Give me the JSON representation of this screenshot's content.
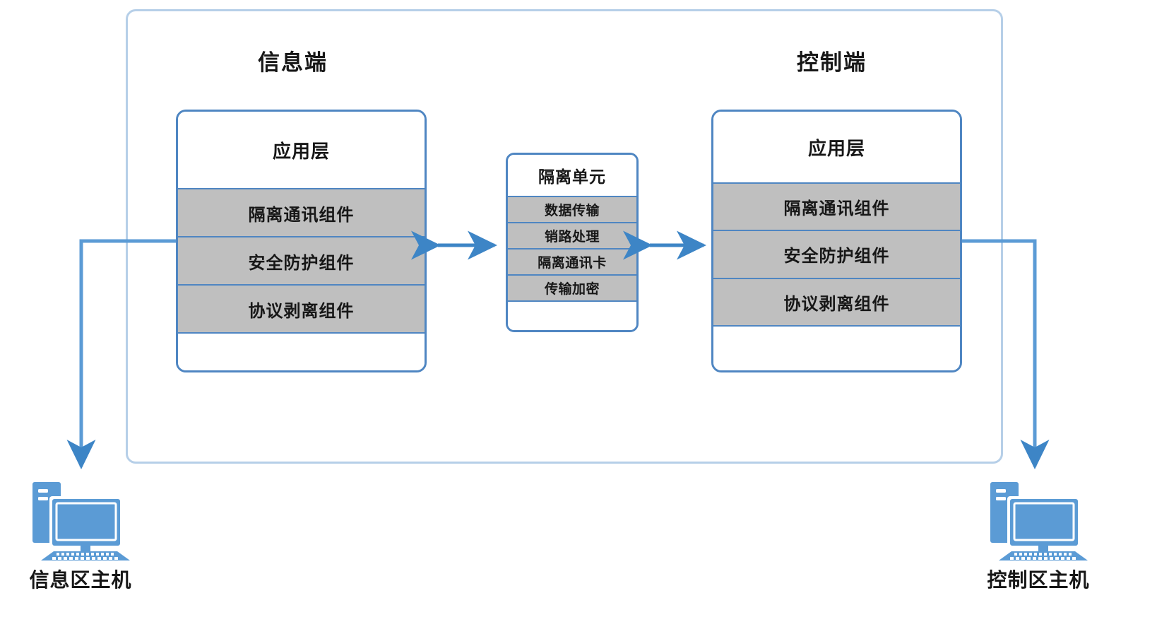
{
  "diagram": {
    "title_left": "信息端",
    "title_right": "控制端",
    "accent_blue": "#4f86c2",
    "frame_blue": "#b6cfe8",
    "layer_gray": "#bfbfbf",
    "arrow_blue": "#3d85c6"
  },
  "info_side": {
    "caption": "应用层",
    "layers": [
      "隔离通讯组件",
      "安全防护组件",
      "协议剥离组件"
    ]
  },
  "control_side": {
    "caption": "应用层",
    "layers": [
      "隔离通讯组件",
      "安全防护组件",
      "协议剥离组件"
    ]
  },
  "isolation_unit": {
    "caption": "隔离单元",
    "layers": [
      "数据传输",
      "销路处理",
      "隔离通讯卡",
      "传输加密"
    ]
  },
  "hosts": {
    "left": {
      "label": "信息区主机",
      "icon": "desktop-computer-icon"
    },
    "right": {
      "label": "控制区主机",
      "icon": "desktop-computer-icon"
    }
  },
  "connectors": {
    "left_arrow": "double-headed-arrow",
    "right_arrow": "double-headed-arrow",
    "left_downlink": "elbow-arrow-down",
    "right_downlink": "elbow-arrow-down"
  }
}
